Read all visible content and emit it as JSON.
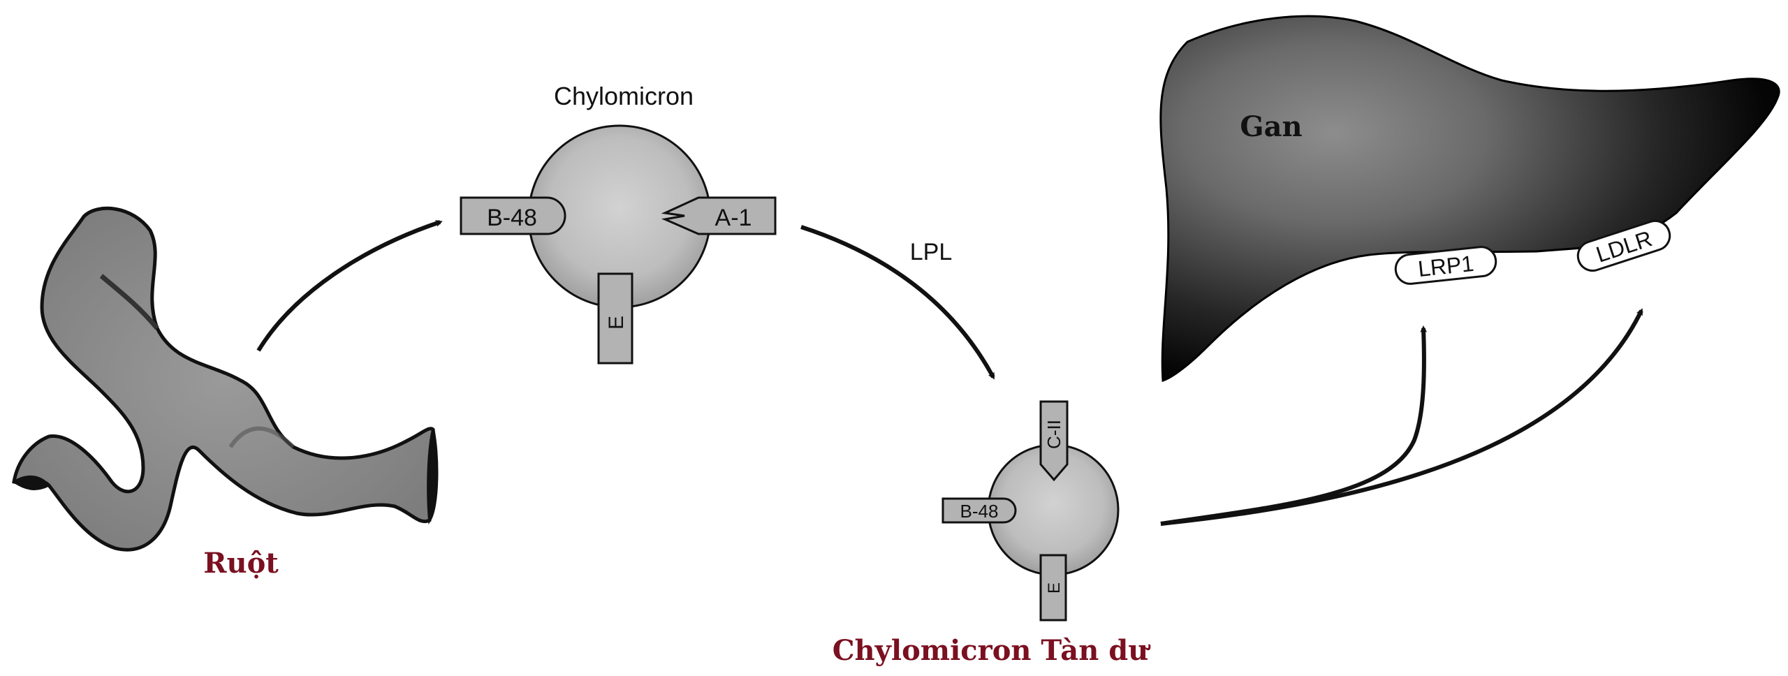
{
  "labels": {
    "intestine": "Ruột",
    "chylomicron": "Chylomicron",
    "lpl": "LPL",
    "remnant": "Chylomicron Tàn dư",
    "liver": "Gan"
  },
  "chylomicron": {
    "apo_b48": "B-48",
    "apo_a1": "A-1",
    "apo_e": "E"
  },
  "remnant": {
    "apo_c2": "C-II",
    "apo_b48": "B-48",
    "apo_e": "E"
  },
  "receptors": {
    "lrp1": "LRP1",
    "ldlr": "LDLR"
  },
  "colors": {
    "label_red": "#7a1020",
    "apo_fill": "#b3b3b3",
    "stroke": "#111111"
  }
}
